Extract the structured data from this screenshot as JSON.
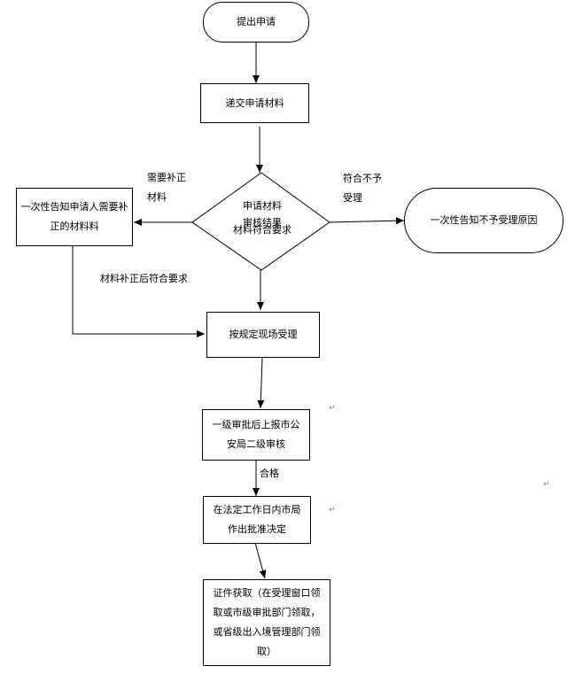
{
  "nodes": {
    "start": "提出申请",
    "submit": "递交申请材料",
    "review_line1": "申请材料",
    "review_line2": "审核结果",
    "review_line3": "材料符合要求",
    "notify_correct": "一次性告知申请人需要补正的材料料",
    "notify_reject": "一次性告知不予受理原因",
    "accept": "按规定现场受理",
    "approval1": "一级审批后上报市公安局二级审核",
    "decision": "在法定工作日内市局作出批准决定",
    "pickup": "证件获取（在受理窗口领取或市级审批部门领取，或省级出入境管理部门领取）"
  },
  "edge_labels": {
    "need_correct": "需要补正材料",
    "not_accept": "符合不予受理",
    "after_correct": "材料补正后符合要求",
    "pass": "合格"
  },
  "marks": {
    "return1": "↵",
    "return2": "↵",
    "return3": "↵"
  }
}
